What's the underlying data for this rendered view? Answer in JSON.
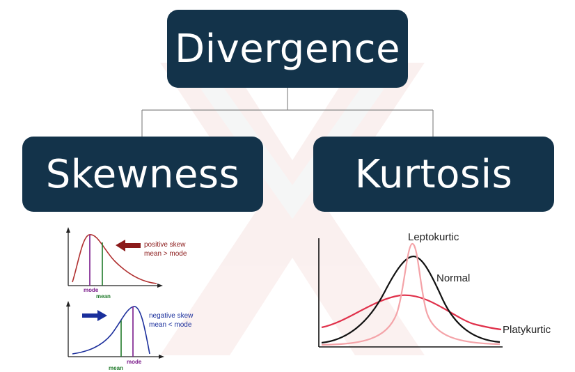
{
  "root": {
    "label": "Divergence"
  },
  "children": [
    {
      "label": "Skewness"
    },
    {
      "label": "Kurtosis"
    }
  ],
  "skewness_figures": {
    "positive": {
      "arrow_label_line1": "positive skew",
      "arrow_label_line2": "mean > mode",
      "mode_label": "mode",
      "mean_label": "mean"
    },
    "negative": {
      "arrow_label_line1": "negative skew",
      "arrow_label_line2": "mean < mode",
      "mode_label": "mode",
      "mean_label": "mean"
    }
  },
  "kurtosis_figure": {
    "curves": [
      {
        "name": "Leptokurtic",
        "color": "#f4a3a8"
      },
      {
        "name": "Normal",
        "color": "#111111"
      },
      {
        "name": "Platykurtic",
        "color": "#e0304a"
      }
    ]
  },
  "colors": {
    "node_fill": "#13334a",
    "positive_curve": "#b03030",
    "negative_curve": "#1c2f9c",
    "mode_line": "#7a1a8a",
    "mean_line": "#1f7a2a",
    "positive_arrow": "#8b1a1a",
    "negative_arrow": "#1a2f9c"
  }
}
